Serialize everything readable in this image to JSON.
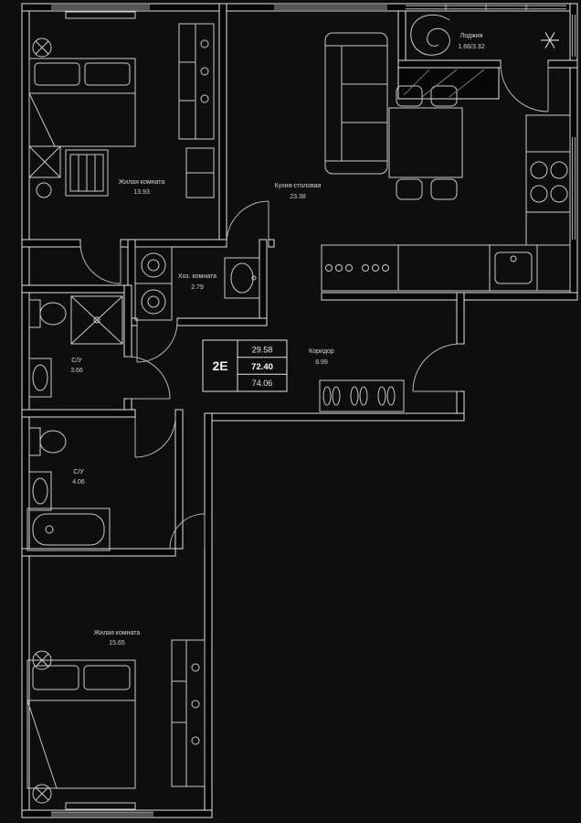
{
  "palette": {
    "background": "#0e0e0e",
    "line": "#e3e3e3"
  },
  "unit": {
    "type_label": "2Е",
    "area_living": "29.58",
    "area_total": "72.40",
    "area_overall": "74.06"
  },
  "rooms": {
    "bedroom_top": {
      "name": "Жилая комната",
      "area": "13.93"
    },
    "kitchen": {
      "name": "Кухня-столовая",
      "area": "23.38"
    },
    "loggia": {
      "name": "Лоджия",
      "area": "1.66/3.32"
    },
    "utility": {
      "name": "Хоз. комната",
      "area": "2.79"
    },
    "bath_small": {
      "name": "С/У",
      "area": "3.66"
    },
    "corridor": {
      "name": "Коридор",
      "area": "8.99"
    },
    "bath_big": {
      "name": "С/У",
      "area": "4.06"
    },
    "bedroom_bottom": {
      "name": "Жилая комната",
      "area": "15.65"
    }
  }
}
